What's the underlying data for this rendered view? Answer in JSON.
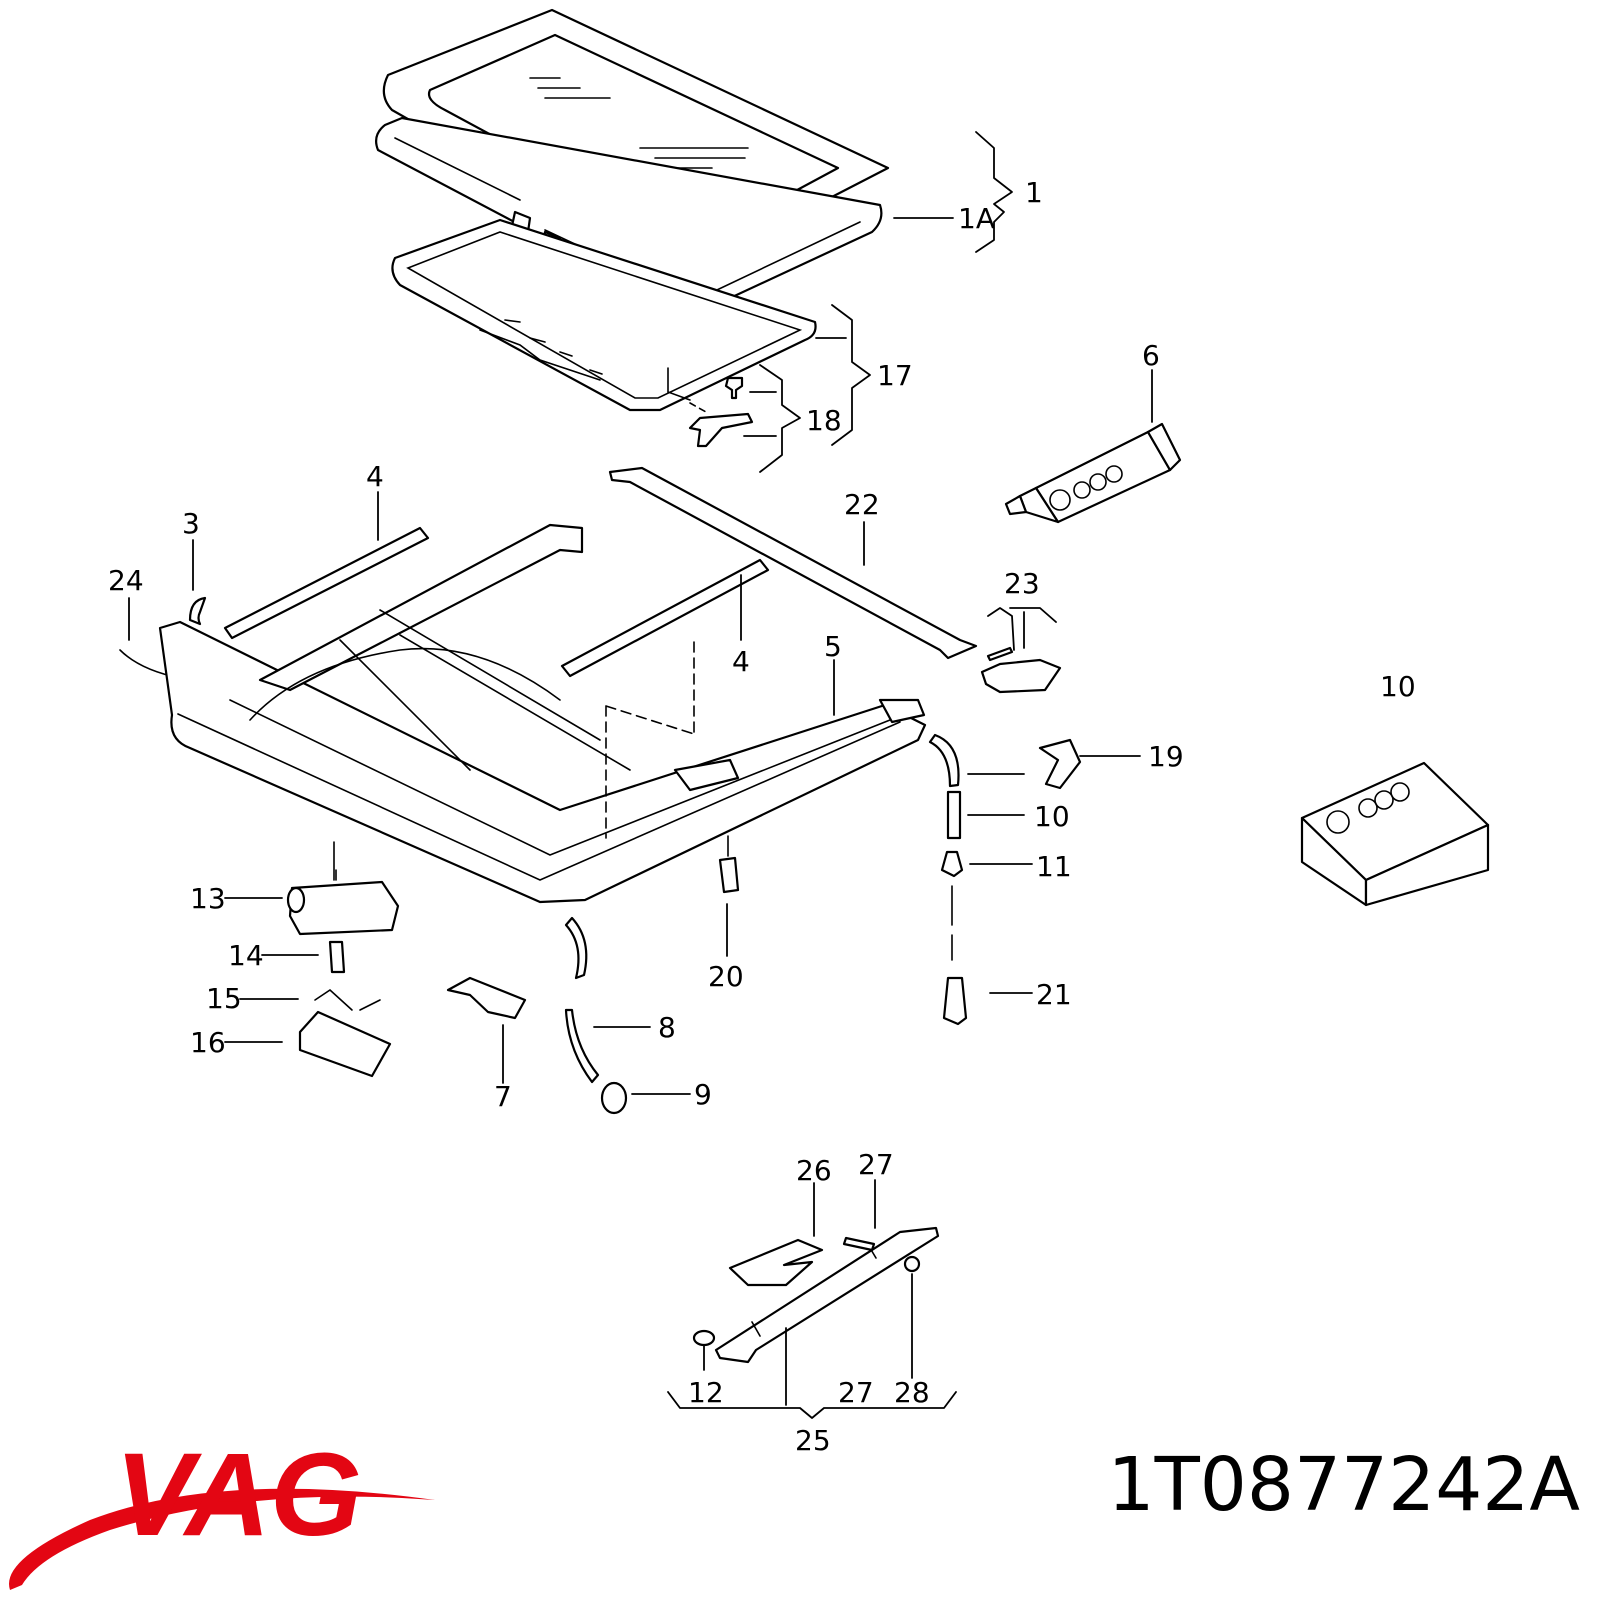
{
  "brand": {
    "name": "VAG",
    "color": "#e30613"
  },
  "part_number": "1T0877242A",
  "callouts": {
    "c1": "1",
    "c1a": "1A",
    "c3": "3",
    "c4a": "4",
    "c4b": "4",
    "c5": "5",
    "c6": "6",
    "c7": "7",
    "c8": "8",
    "c9": "9",
    "c10a": "10",
    "c10b": "10",
    "c11": "11",
    "c12": "12",
    "c13": "13",
    "c14": "14",
    "c15": "15",
    "c16": "16",
    "c17": "17",
    "c18": "18",
    "c19": "19",
    "c20": "20",
    "c21": "21",
    "c22": "22",
    "c23": "23",
    "c24": "24",
    "c25": "25",
    "c26": "26",
    "c27a": "27",
    "c27b": "27",
    "c28": "28"
  }
}
